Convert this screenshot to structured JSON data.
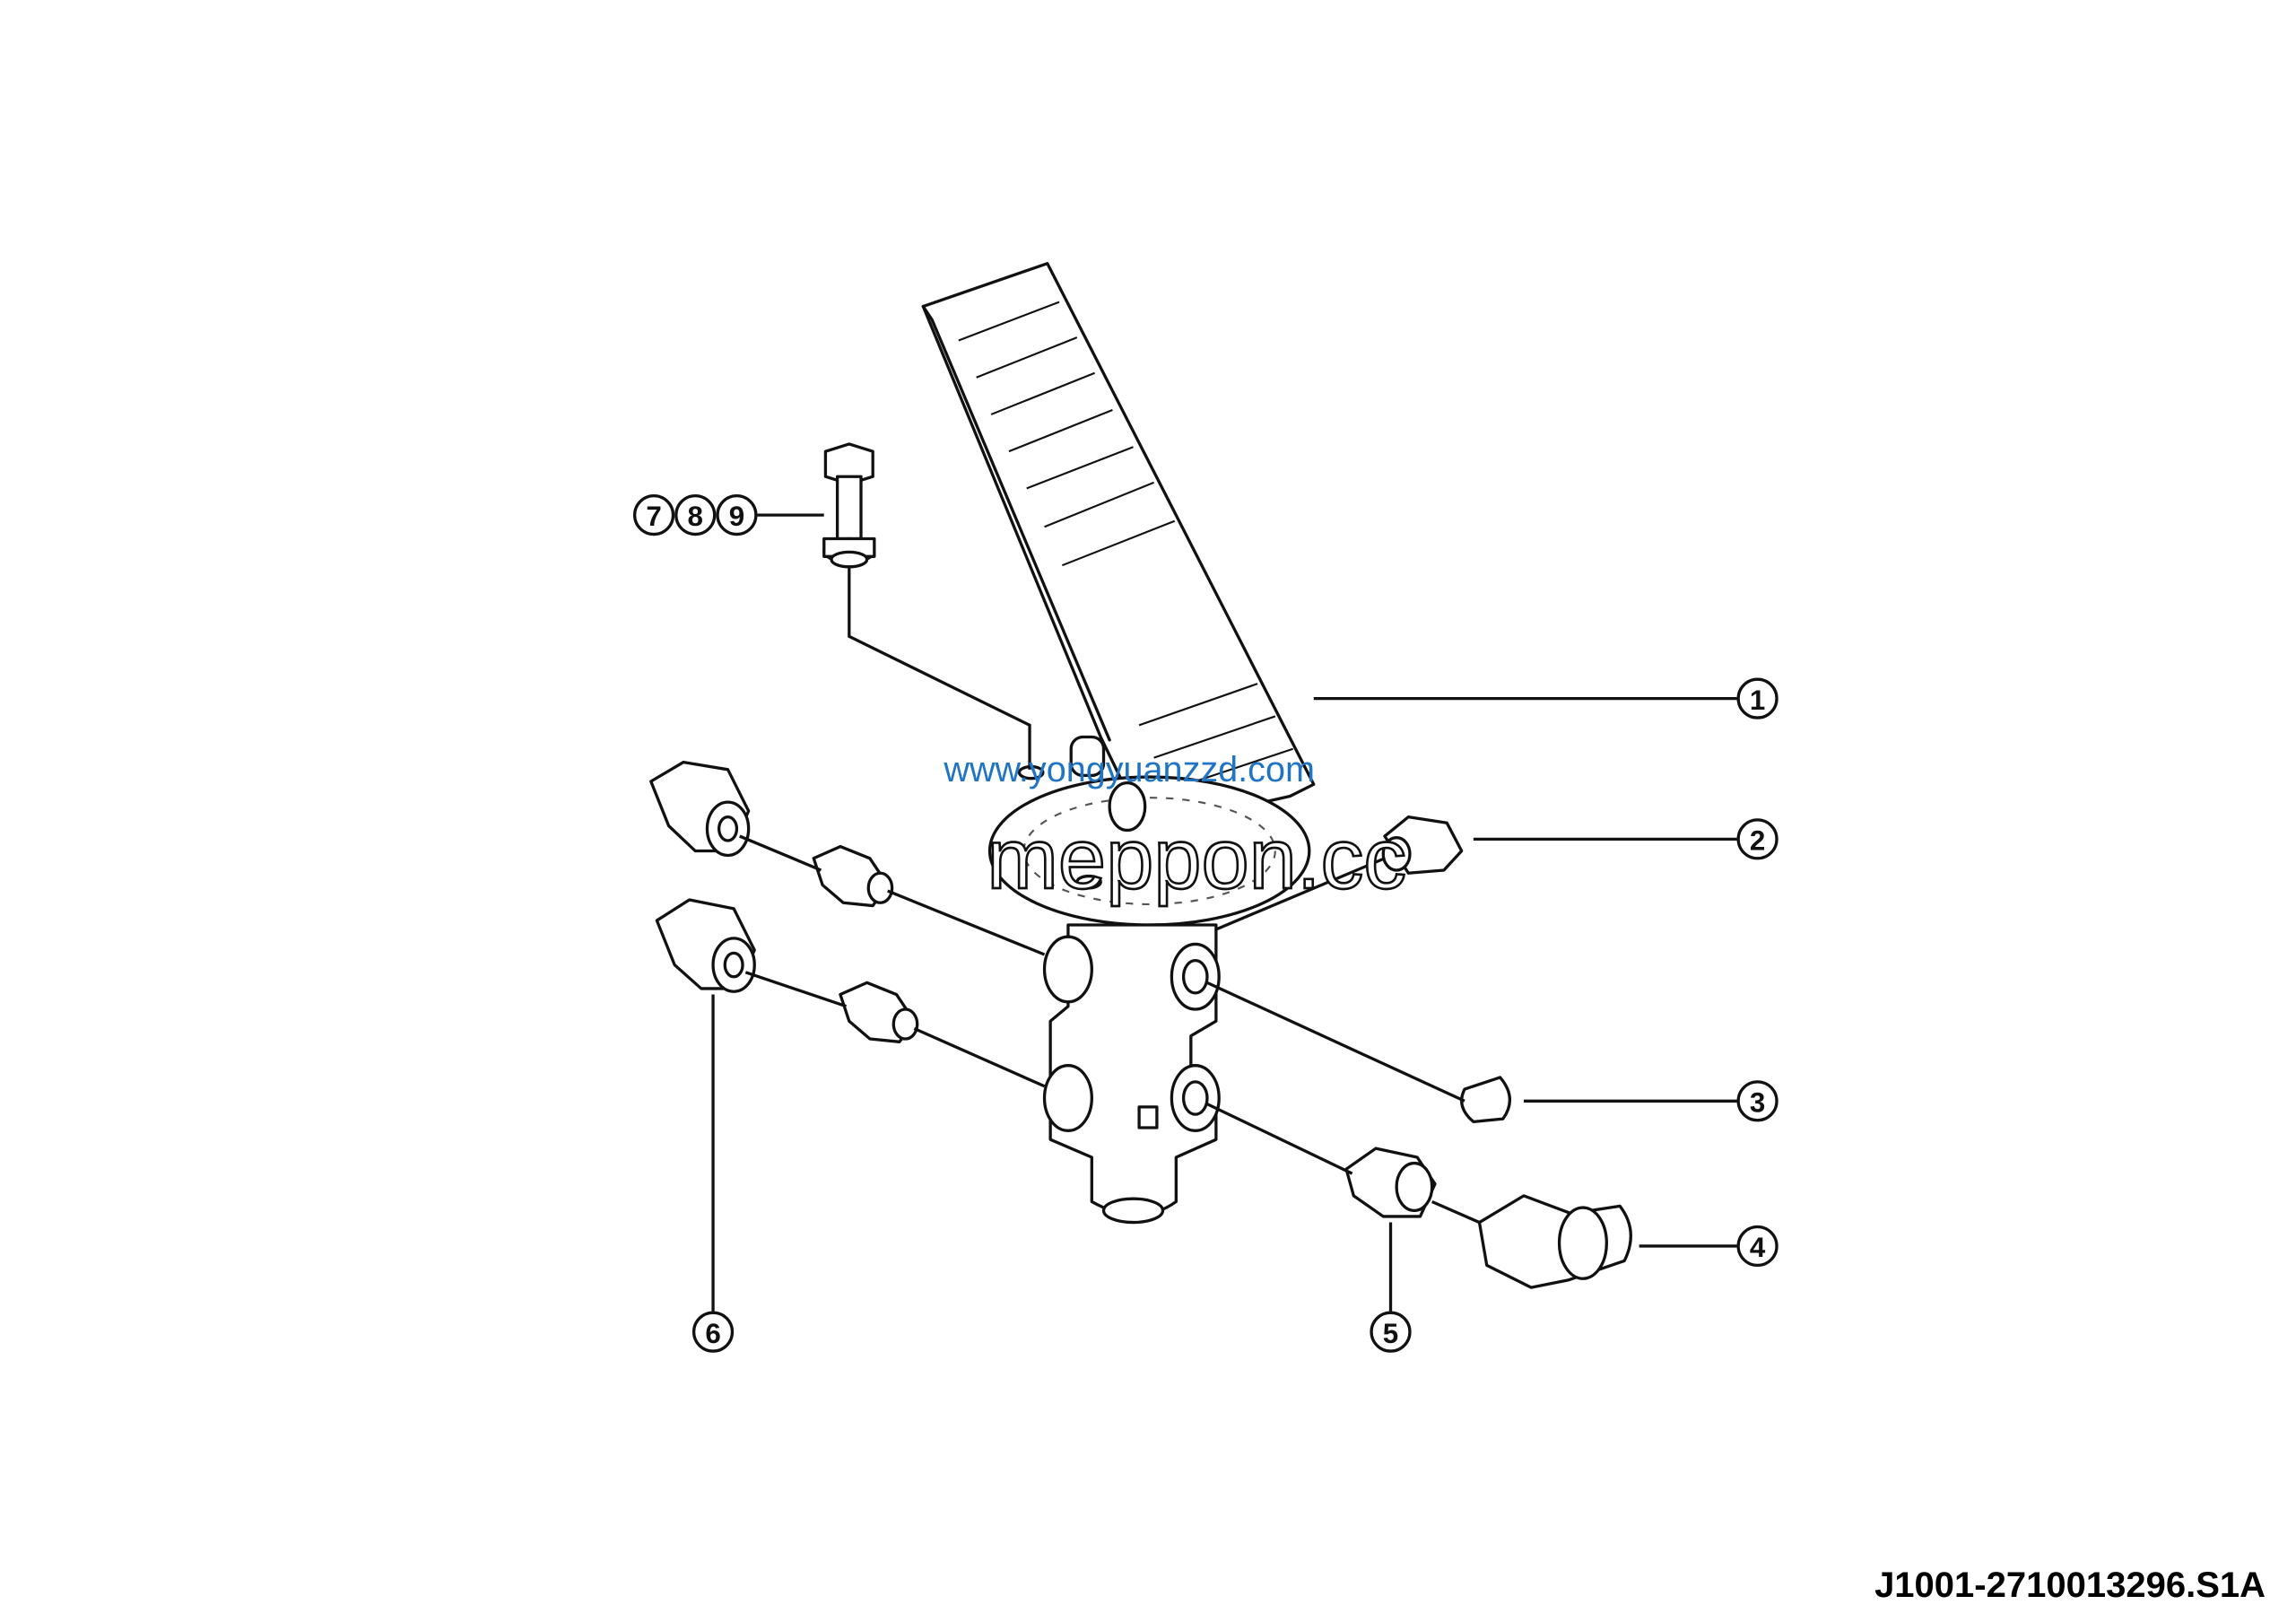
{
  "diagram": {
    "part_code": "J1001-2710013296.S1A",
    "callouts": [
      "1",
      "2",
      "3",
      "4",
      "5",
      "6",
      "7",
      "8",
      "9"
    ],
    "watermarks": [
      "meppon.cc",
      "www.yongyuanzzd.com"
    ],
    "colors": {
      "line": "#111111",
      "watermark_blue": "#1f74c4",
      "background": "#ffffff"
    }
  }
}
